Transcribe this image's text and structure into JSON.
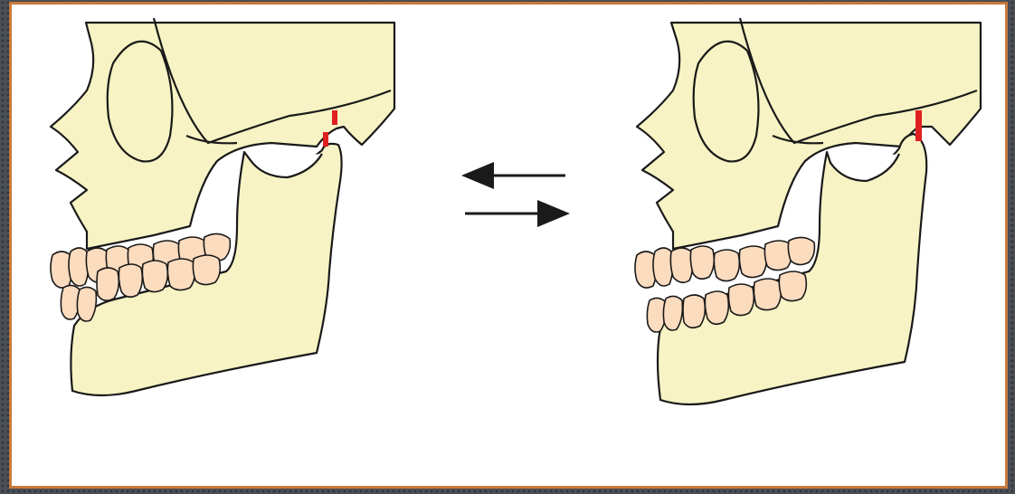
{
  "figure": {
    "panels": [
      {
        "id": "left",
        "state": "jaw-open-condyle-displaced",
        "markers": 2
      },
      {
        "id": "right",
        "state": "jaw-closed-condyle-seated",
        "markers": 1
      }
    ],
    "arrows": [
      "left-arrow",
      "right-arrow"
    ]
  },
  "colors": {
    "frame": "#c87a3c",
    "bone": "#f7f3c4",
    "teeth": "#fcdcbf",
    "outline": "#1a1a1a",
    "marker": "#e02020",
    "backdrop": "#4a4f55"
  }
}
